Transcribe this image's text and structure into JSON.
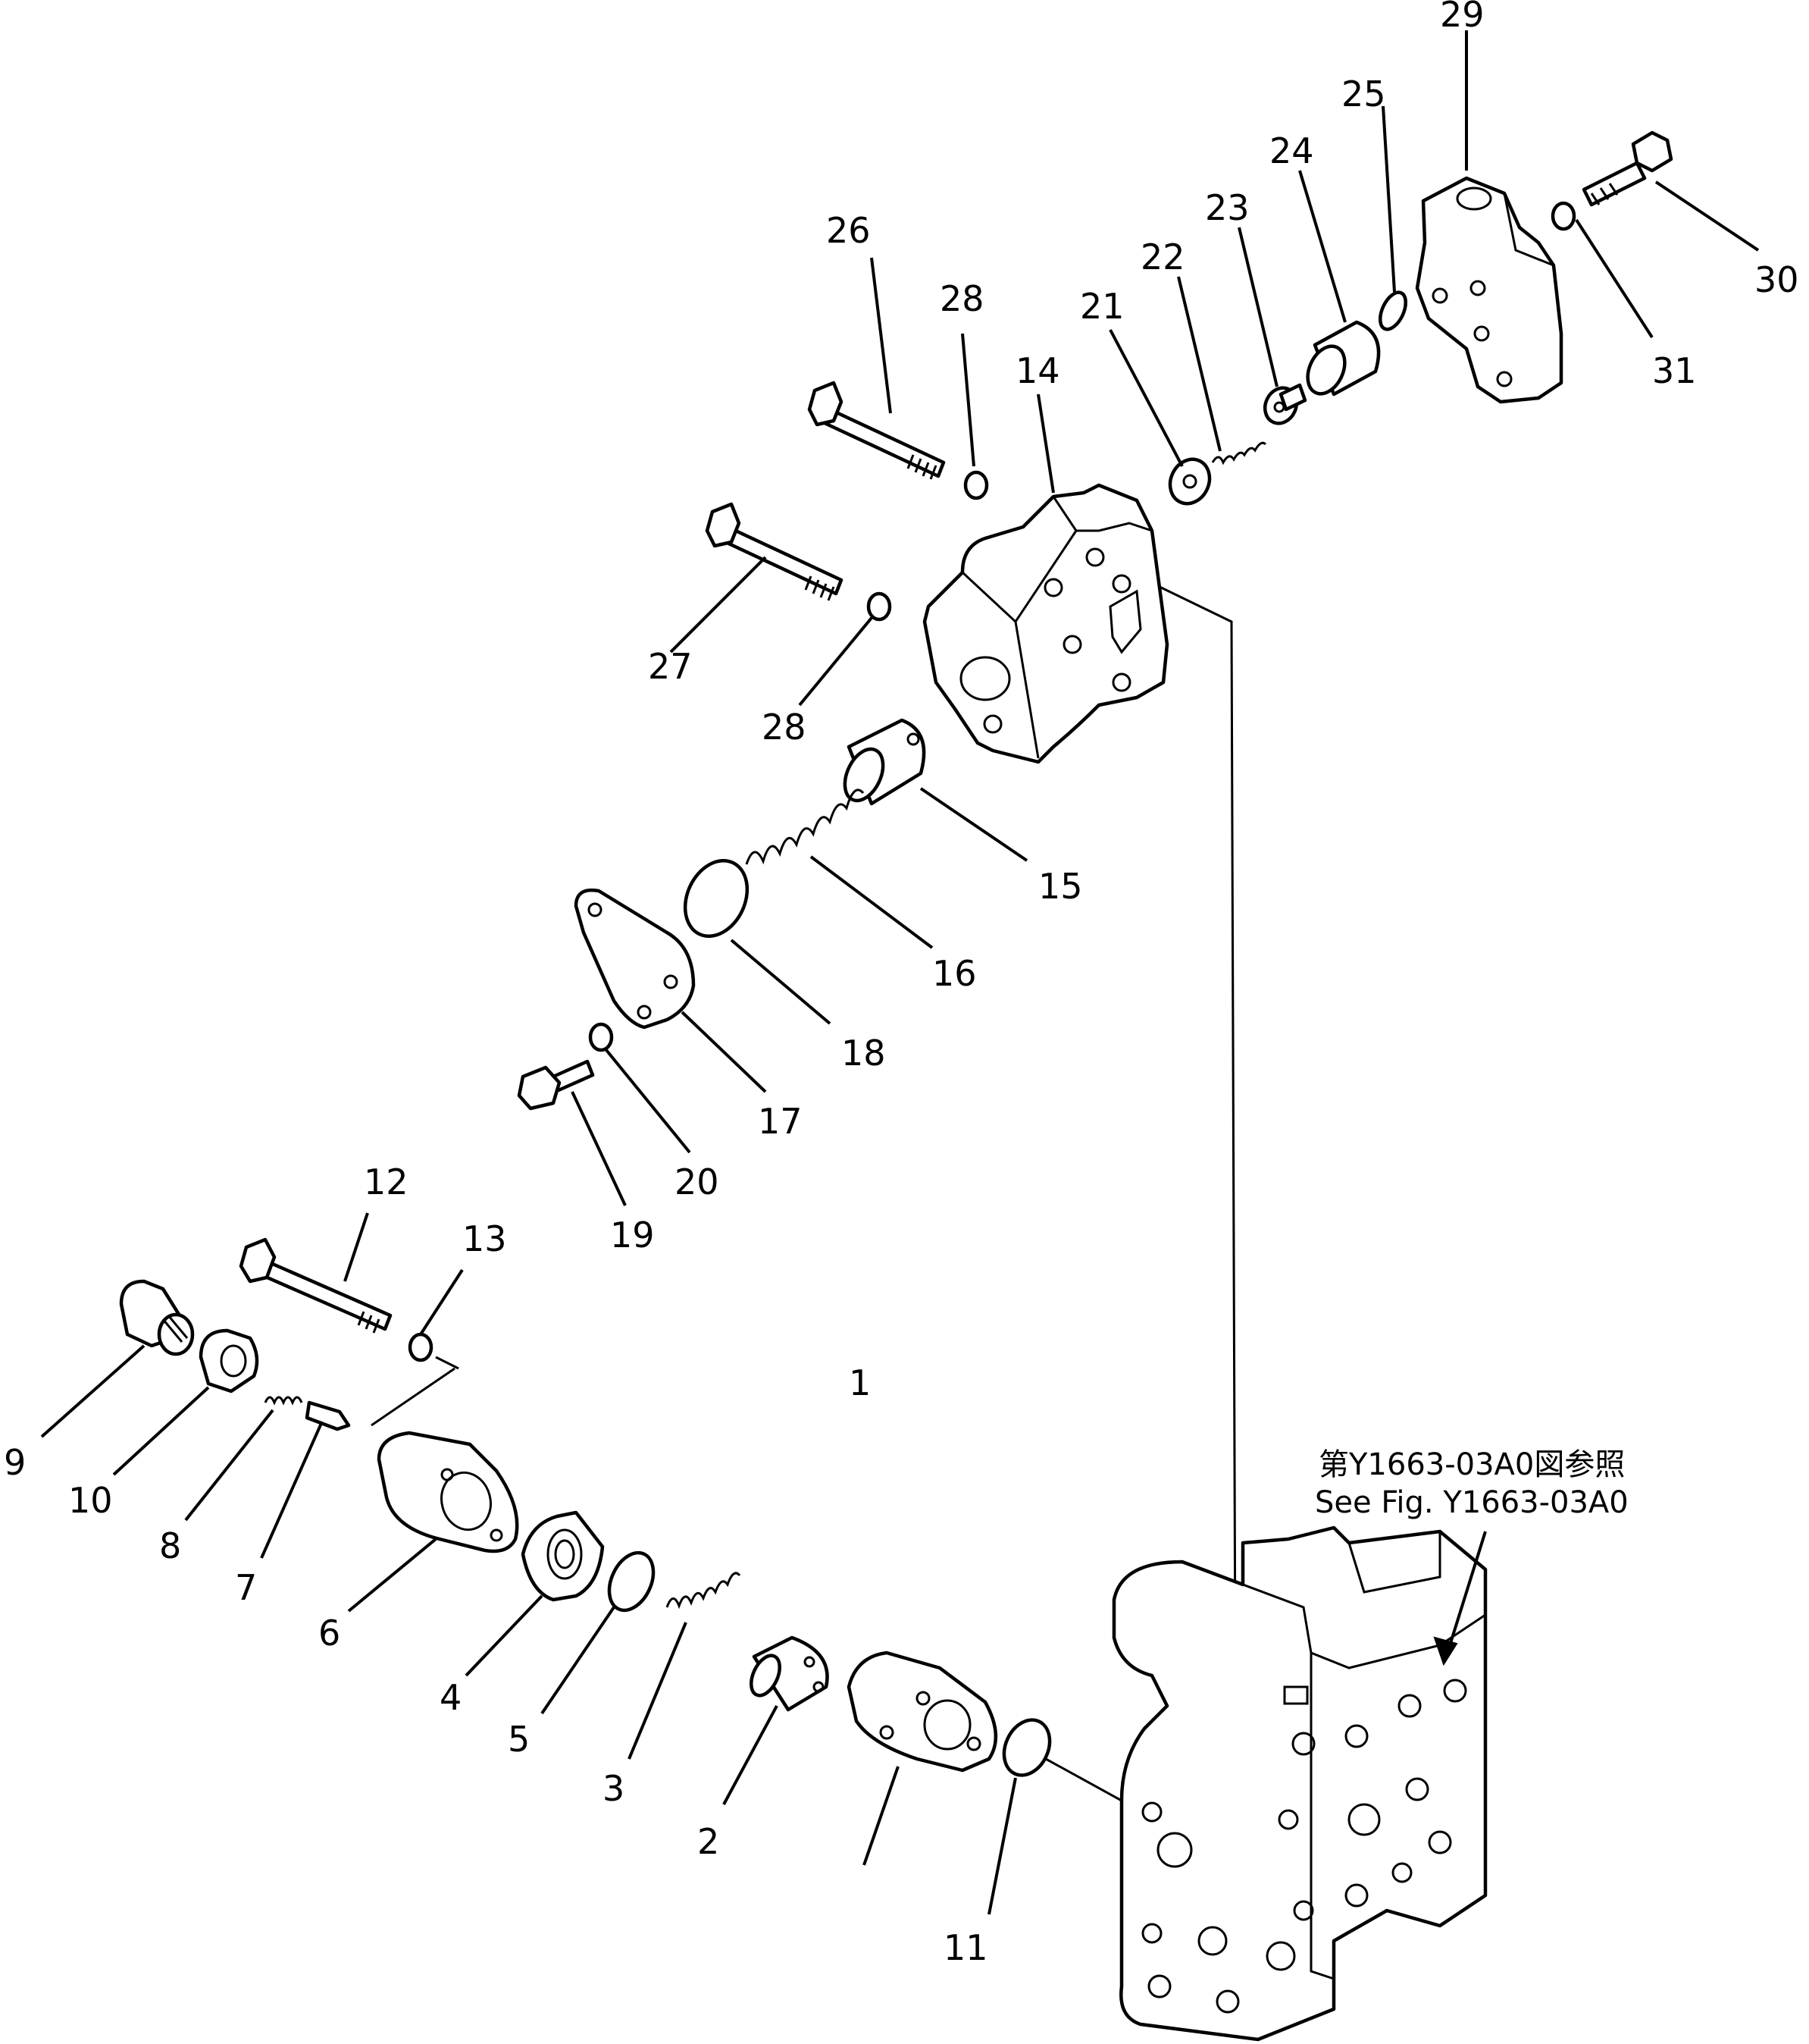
{
  "diagram": {
    "labels": {
      "p1": "1",
      "p2": "2",
      "p3": "3",
      "p4": "4",
      "p5": "5",
      "p6": "6",
      "p7": "7",
      "p8": "8",
      "p9": "9",
      "p10": "10",
      "p11": "11",
      "p12": "12",
      "p13": "13",
      "p14": "14",
      "p15": "15",
      "p16": "16",
      "p17": "17",
      "p18": "18",
      "p19": "19",
      "p20": "20",
      "p21": "21",
      "p22": "22",
      "p23": "23",
      "p24": "24",
      "p25": "25",
      "p26": "26",
      "p27": "27",
      "p28a": "28",
      "p28b": "28",
      "p29": "29",
      "p30": "30",
      "p31": "31"
    },
    "reference_note": {
      "line1": "第Y1663-03A0図参照",
      "line2": "See Fig. Y1663-03A0"
    }
  }
}
